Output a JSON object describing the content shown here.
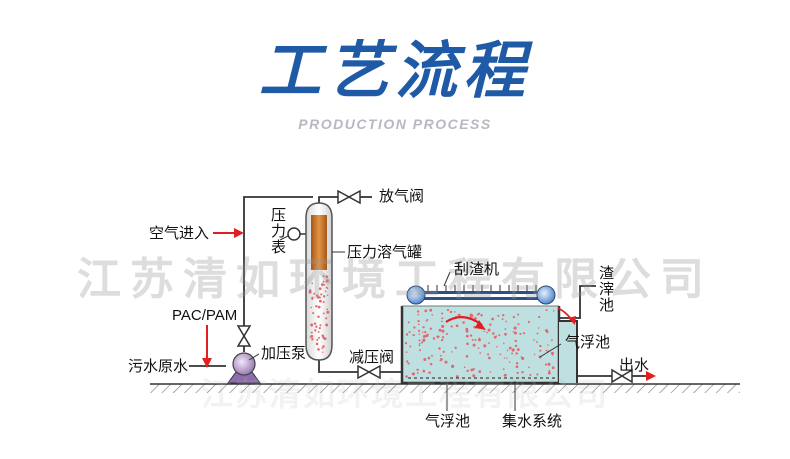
{
  "header": {
    "title": "工艺流程",
    "subtitle": "PRODUCTION PROCESS"
  },
  "watermark": {
    "text": "江苏清如环境工程有限公司"
  },
  "labels": {
    "vent_valve": "放气阀",
    "air_inlet": "空气进入",
    "gauge_line1": "压",
    "gauge_line2": "力",
    "gauge_line3": "表",
    "dissolved_air_tank": "压力溶气罐",
    "skimmer": "刮渣机",
    "sludge_line1": "渣",
    "sludge_line2": "滓",
    "sludge_line3": "池",
    "dosing": "PAC/PAM",
    "float_tank_right": "气浮池",
    "pressure_pump": "加压泵",
    "pressure_valve": "减压阀",
    "raw_water": "污水原水",
    "outlet": "出水",
    "float_tank_bottom": "气浮池",
    "collector": "集水系统"
  },
  "colors": {
    "title": "#1f5aa6",
    "water": "#bfe0e0",
    "bubble": "#e0686e",
    "arrow": "#e02020",
    "tank_fill": "#c8742a"
  }
}
